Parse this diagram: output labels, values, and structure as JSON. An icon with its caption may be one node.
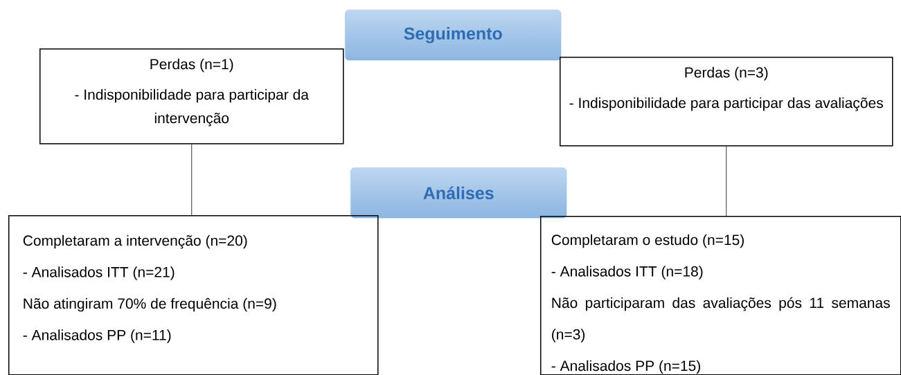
{
  "diagram": {
    "nodes": [
      {
        "text": [
          "Seguimento"
        ]
      },
      {
        "text": [
          "Perdas (n=1)",
          "- Indisponibilidade para participar da intervenção"
        ]
      },
      {
        "text": [
          "Perdas (n=3)",
          "- Indisponibilidade para participar das avaliações"
        ]
      },
      {
        "text": [
          "Análises"
        ]
      },
      {
        "text": [
          "Completaram a intervenção (n=20)",
          "- Analisados ITT (n=21)",
          "Não atingiram 70% de frequência (n=9)",
          "- Analisados PP (n=11)"
        ]
      },
      {
        "text": [
          "Completaram o estudo (n=15)",
          "- Analisados ITT (n=18)",
          "Não participaram das avaliações pós 11 semanas (n=3)",
          "- Analisados PP (n=15)"
        ]
      }
    ],
    "edges": [
      {
        "from": 1,
        "to": 4,
        "arrow": "none"
      },
      {
        "from": 2,
        "to": 5,
        "arrow": "none"
      }
    ]
  }
}
